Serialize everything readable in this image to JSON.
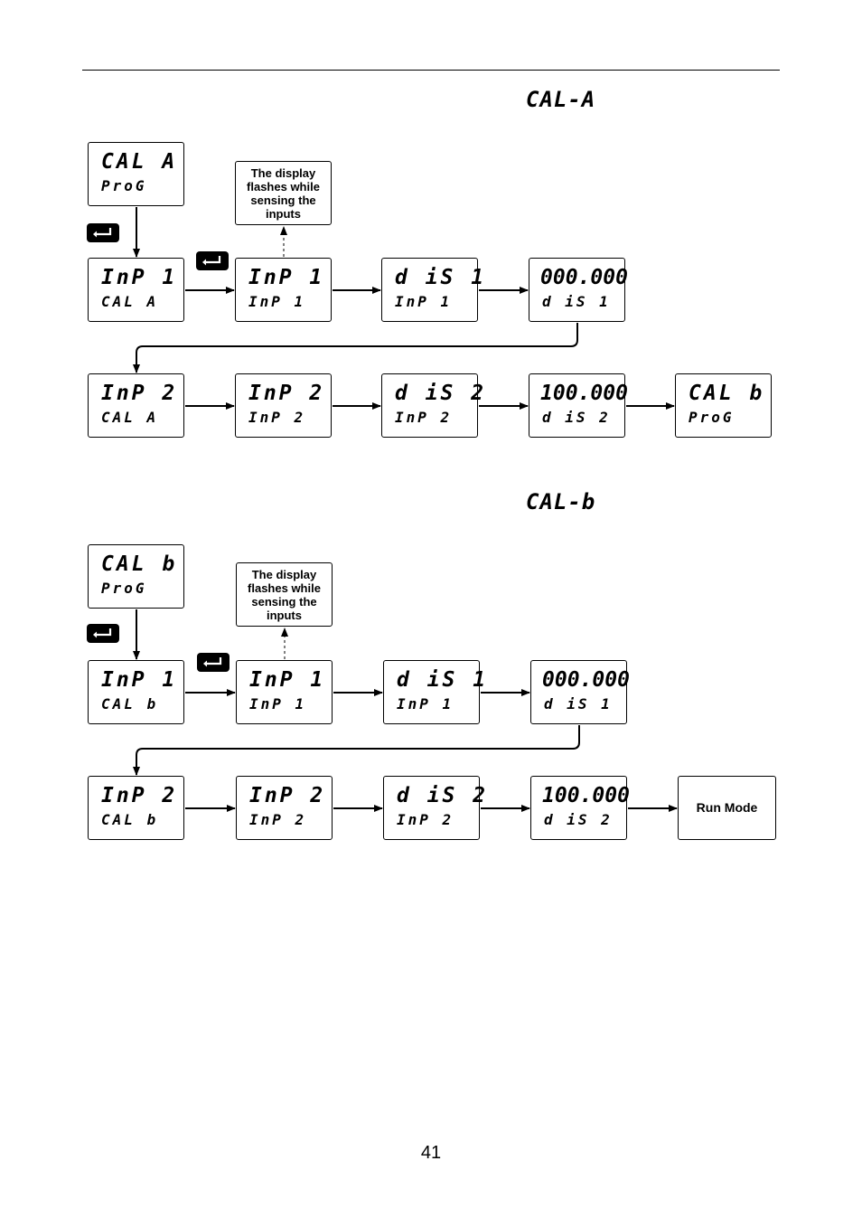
{
  "sections": [
    {
      "title": "CAL-A",
      "start": {
        "line1": "CAL A",
        "line2": "ProG"
      },
      "note": "The display flashes while sensing the inputs",
      "row1": [
        {
          "line1": "InP 1",
          "line2": "CAL A"
        },
        {
          "line1": "InP 1",
          "line2": "InP 1"
        },
        {
          "line1": "d iS 1",
          "line2": "InP 1"
        },
        {
          "line1": "000.000",
          "line2": "d iS 1"
        }
      ],
      "row2": [
        {
          "line1": "InP 2",
          "line2": "CAL A"
        },
        {
          "line1": "InP 2",
          "line2": "InP 2"
        },
        {
          "line1": "d iS 2",
          "line2": "InP 2"
        },
        {
          "line1": "100.000",
          "line2": "d iS 2"
        },
        {
          "line1": "CAL b",
          "line2": "ProG"
        }
      ]
    },
    {
      "title": "CAL-b",
      "start": {
        "line1": "CAL b",
        "line2": "ProG"
      },
      "note": "The display flashes while sensing the inputs",
      "row1": [
        {
          "line1": "InP 1",
          "line2": "CAL b"
        },
        {
          "line1": "InP 1",
          "line2": "InP 1"
        },
        {
          "line1": "d iS 1",
          "line2": "InP 1"
        },
        {
          "line1": "000.000",
          "line2": "d iS 1"
        }
      ],
      "row2": [
        {
          "line1": "InP 2",
          "line2": "CAL b"
        },
        {
          "line1": "InP 2",
          "line2": "InP 2"
        },
        {
          "line1": "d iS 2",
          "line2": "InP 2"
        },
        {
          "line1": "100.000",
          "line2": "d iS 2"
        },
        {
          "run_mode": "Run Mode"
        }
      ]
    }
  ],
  "page_number": "41",
  "icons": {
    "enter_key": "enter-key-icon"
  }
}
